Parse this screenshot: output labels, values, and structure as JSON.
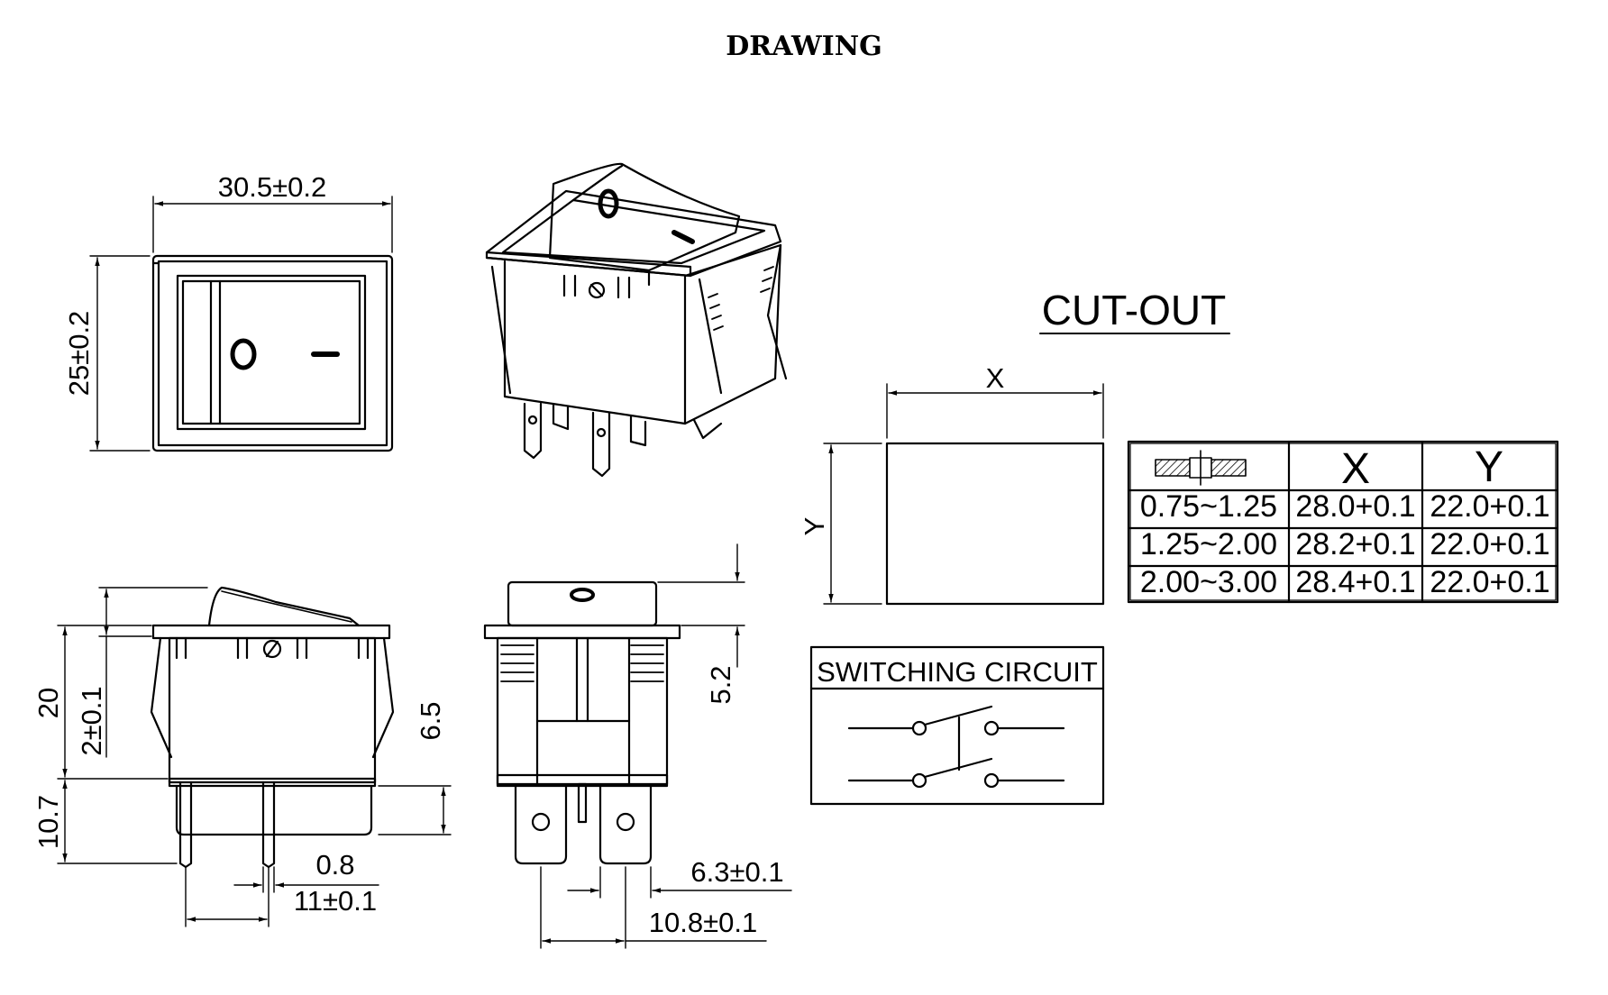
{
  "title": "DRAWING",
  "dimensions": {
    "front_width": "30.5±0.2",
    "front_height": "25±0.2",
    "side_height": "20",
    "side_actuator": "2±0.1",
    "side_terminal": "10.7",
    "side_thickness": "0.8",
    "side_pitch": "11±0.1",
    "side_offset": "6.5",
    "end_top": "5.2",
    "end_terminal_width": "6.3±0.1",
    "end_pitch": "10.8±0.1"
  },
  "front_symbols": {
    "off": "O",
    "on": "I"
  },
  "cutout": {
    "heading": "CUT-OUT",
    "x_label": "X",
    "y_label": "Y",
    "table": {
      "columns": [
        "",
        "X",
        "Y"
      ],
      "rows": [
        [
          "0.75~1.25",
          "28.0+0.1",
          "22.0+0.1"
        ],
        [
          "1.25~2.00",
          "28.2+0.1",
          "22.0+0.1"
        ],
        [
          "2.00~3.00",
          "28.4+0.1",
          "22.0+0.1"
        ]
      ]
    }
  },
  "circuit": {
    "heading": "SWITCHING CIRCUIT"
  }
}
